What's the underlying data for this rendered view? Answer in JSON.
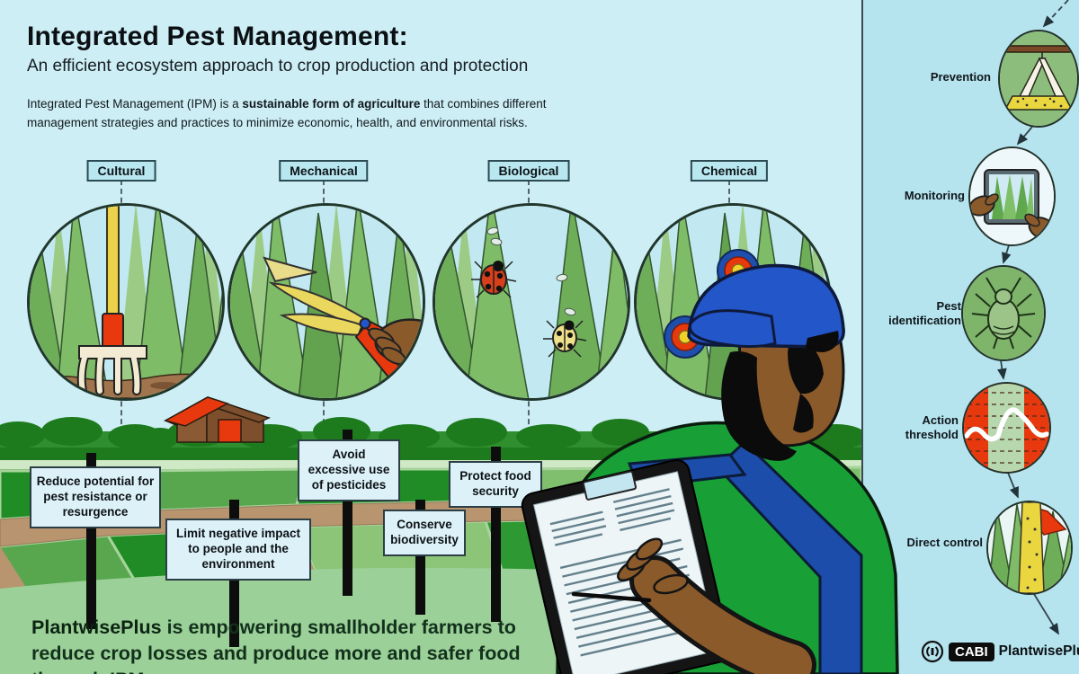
{
  "header": {
    "title": "Integrated Pest Management:",
    "subtitle": "An efficient ecosystem approach to crop production and protection",
    "intro": {
      "pre": "Integrated Pest Management (IPM) is a ",
      "bold": "sustainable form of agriculture",
      "post": " that combines different management strategies and practices to minimize economic, health, and environmental risks."
    }
  },
  "categories": [
    {
      "label": "Cultural",
      "icon": "pitchfork-icon"
    },
    {
      "label": "Mechanical",
      "icon": "pruning-shears-icon"
    },
    {
      "label": "Biological",
      "icon": "ladybird-beetles-icon"
    },
    {
      "label": "Chemical",
      "icon": "pesticide-target-icon"
    }
  ],
  "signs": [
    {
      "label": "Reduce potential for pest resistance or resurgence"
    },
    {
      "label": "Limit negative impact to people and the environment"
    },
    {
      "label": "Avoid excessive use of pesticides"
    },
    {
      "label": "Conserve biodiversity"
    },
    {
      "label": "Protect food security"
    }
  ],
  "process": {
    "steps": [
      {
        "label": "Prevention",
        "icon": "pheromone-trap-icon"
      },
      {
        "label": "Monitoring",
        "icon": "tablet-crops-icon"
      },
      {
        "label": "Pest identification",
        "icon": "aphid-icon"
      },
      {
        "label": "Action threshold",
        "icon": "threshold-graph-icon"
      },
      {
        "label": "Direct control",
        "icon": "sticky-trap-icon"
      }
    ]
  },
  "footer": {
    "brand": "PlantwisePlus",
    "message": " is empowering smallholder farmers to reduce crop losses and produce more and safer food through IPM."
  },
  "branding": {
    "cabi": "CABI",
    "partner": "PlantwisePlus"
  },
  "colors": {
    "background": "#cdeef4",
    "sidebar": "#b5e3ee",
    "accent_red": "#e8380d",
    "accent_blue": "#2356c8",
    "shirt_green": "#18a037",
    "footer_band_green": "#9bd098"
  }
}
